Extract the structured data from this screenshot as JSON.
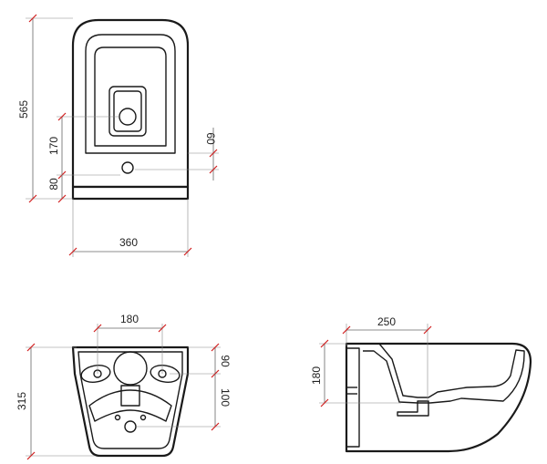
{
  "colors": {
    "outline": "#1a1a1a",
    "dimension_line": "#666666",
    "dimension_tick": "#d01f1f",
    "background": "#ffffff"
  },
  "dimensions": {
    "top_view": {
      "overall_length": "565",
      "drain_to_wall": "170",
      "wall_offset": "80",
      "rim_offset": "60",
      "width": "360"
    },
    "rear_view": {
      "bolt_spacing": "180",
      "height": "315",
      "upper_offset": "90",
      "lower_offset": "100"
    },
    "side_view": {
      "outlet_depth": "250",
      "outlet_height": "180"
    }
  }
}
